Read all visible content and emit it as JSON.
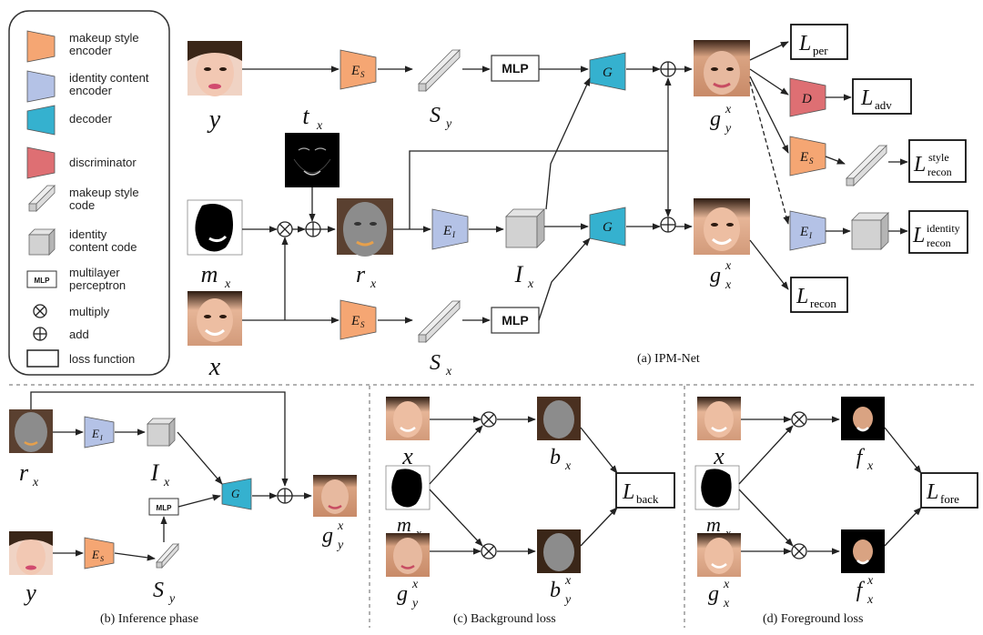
{
  "legend": {
    "items": [
      {
        "label": "makeup style encoder"
      },
      {
        "label": "identity content encoder"
      },
      {
        "label": "decoder"
      },
      {
        "label": "discriminator"
      },
      {
        "label": "makeup style code"
      },
      {
        "label": "identity content code"
      },
      {
        "label": "multilayer perceptron"
      },
      {
        "label": "multiply"
      },
      {
        "label": "add"
      },
      {
        "label": "loss function"
      }
    ],
    "mlp_tag": "MLP"
  },
  "labels": {
    "y": "y",
    "x": "x",
    "t": "t",
    "m": "m",
    "r": "r",
    "S": "S",
    "I": "I",
    "g": "g",
    "b": "b",
    "f": "f",
    "sub_x": "x",
    "sub_y": "y",
    "sup_x": "x",
    "E": "E",
    "sub_s": "S",
    "sub_i": "I",
    "G": "G",
    "D": "D",
    "L": "L",
    "mlp": "MLP"
  },
  "losses": {
    "per": "per",
    "adv": "adv",
    "style_top": "style",
    "identity_top": "identity",
    "recon": "recon",
    "back": "back",
    "fore": "fore"
  },
  "captions": {
    "a": "(a) IPM-Net",
    "b": "(b) Inference phase",
    "c": "(c) Background loss",
    "d": "(d) Foreground loss"
  },
  "colors": {
    "style_encoder": "#f5a673",
    "identity_encoder": "#b4c2e6",
    "decoder": "#35b1cf",
    "discriminator": "#de6f73",
    "code_face": "#d2d2d2",
    "code_side": "#b5b5b5"
  }
}
